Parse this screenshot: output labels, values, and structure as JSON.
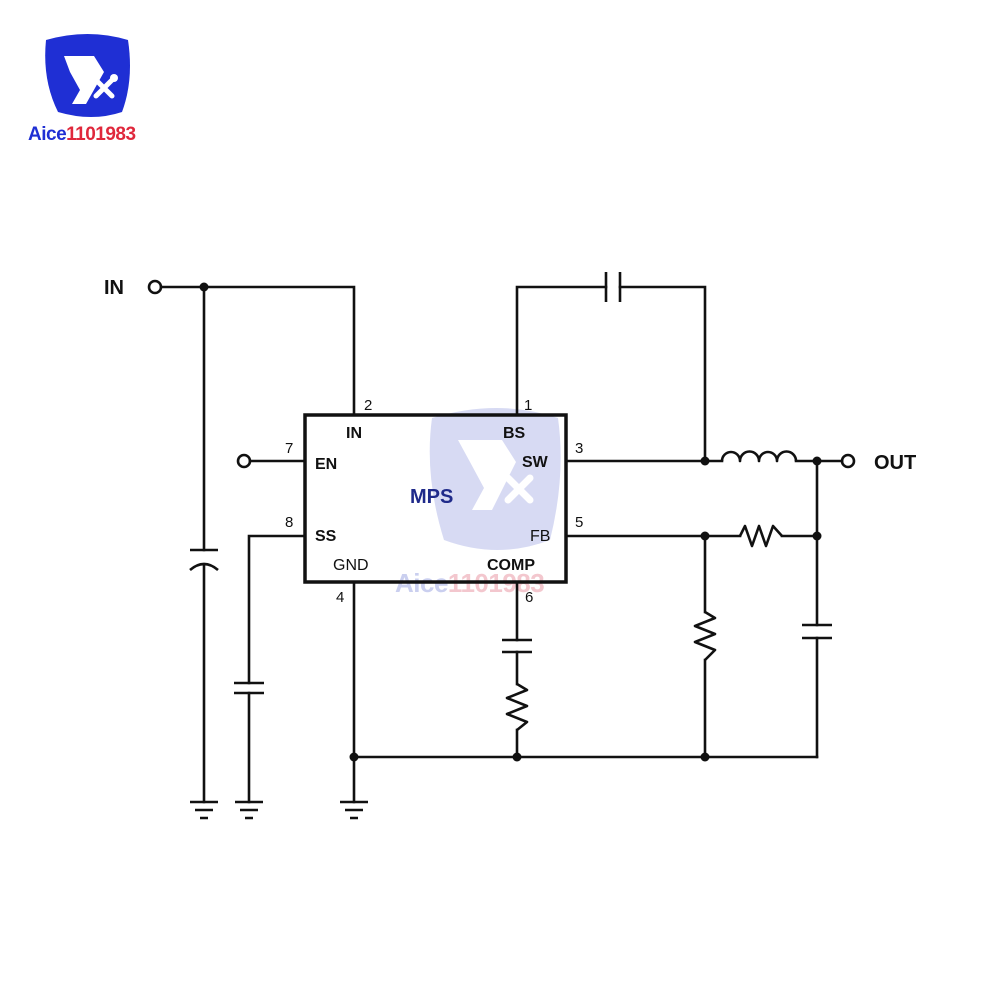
{
  "logo": {
    "brand_prefix": "Aice",
    "brand_suffix": "1101983",
    "color_blue": "#1f2fd4",
    "color_red": "#e0283c"
  },
  "watermark": {
    "brand_prefix": "Aice",
    "brand_suffix": "1101983",
    "color_blue": "#c9cdf0",
    "color_red": "#f4c6cc"
  },
  "chip": {
    "name": "MPS",
    "pins": {
      "p1": {
        "num": "1",
        "name": "BS"
      },
      "p2": {
        "num": "2",
        "name": "IN"
      },
      "p3": {
        "num": "3",
        "name": "SW"
      },
      "p4": {
        "num": "4",
        "name": "GND"
      },
      "p5": {
        "num": "5",
        "name": "FB"
      },
      "p6": {
        "num": "6",
        "name": "COMP"
      },
      "p7": {
        "num": "7",
        "name": "EN"
      },
      "p8": {
        "num": "8",
        "name": "SS"
      }
    }
  },
  "nets": {
    "input_label": "IN",
    "output_label": "OUT"
  },
  "components": {
    "capacitors": [
      "input-capacitor",
      "soft-start-capacitor",
      "bootstrap-capacitor",
      "compensation-capacitor",
      "output-capacitor"
    ],
    "resistors": [
      "compensation-resistor",
      "feedback-top-resistor",
      "feedback-bottom-resistor"
    ],
    "inductors": [
      "output-inductor"
    ],
    "grounds": [
      "ground-input-cap",
      "ground-ss-cap",
      "ground-chip"
    ]
  }
}
